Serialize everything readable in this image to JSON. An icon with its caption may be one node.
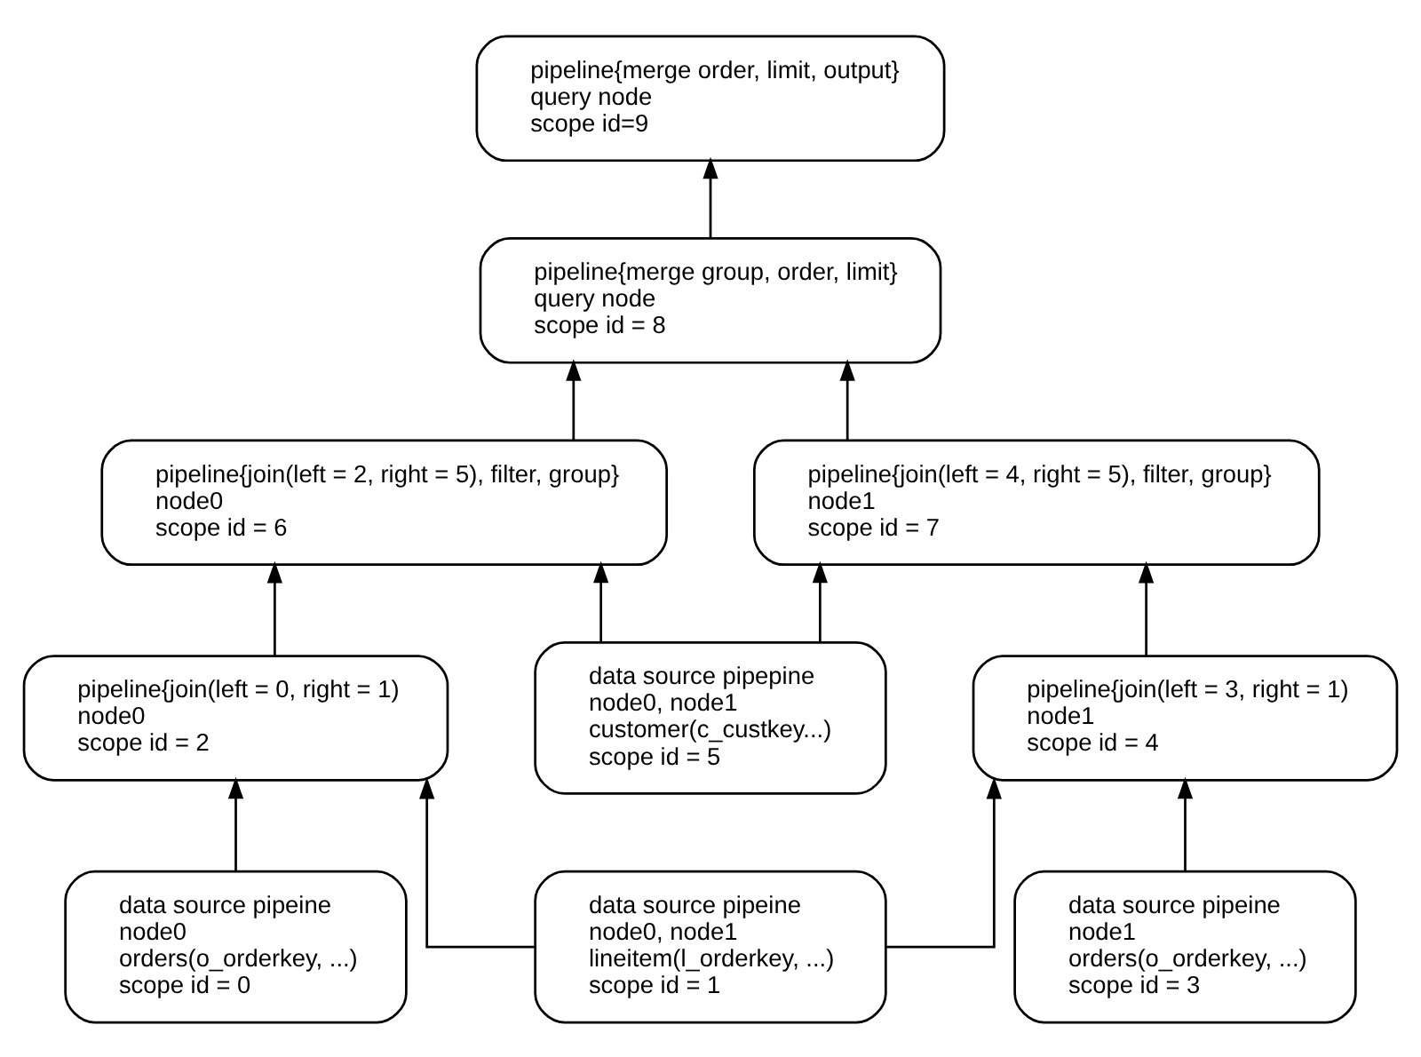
{
  "diagram": {
    "nodes": [
      {
        "text": [
          "pipeline{merge order, limit, output}",
          "query node",
          "scope id=9"
        ]
      },
      {
        "text": [
          "pipeline{merge group, order, limit}",
          "query node",
          "scope id = 8"
        ]
      },
      {
        "text": [
          "pipeline{join(left = 2, right = 5), filter, group}",
          "node0",
          "scope id = 6"
        ]
      },
      {
        "text": [
          "pipeline{join(left = 4, right = 5), filter, group}",
          "node1",
          "scope id = 7"
        ]
      },
      {
        "text": [
          "data source pipepine",
          "node0, node1",
          "customer(c_custkey...)",
          "scope id = 5"
        ]
      },
      {
        "text": [
          "pipeline{join(left = 0, right = 1)",
          "node0",
          "scope id = 2"
        ]
      },
      {
        "text": [
          "pipeline{join(left = 3, right = 1)",
          "node1",
          "scope id = 4"
        ]
      },
      {
        "text": [
          "data source pipeine",
          "node0",
          "orders(o_orderkey, ...)",
          "scope id = 0"
        ]
      },
      {
        "text": [
          "data source pipeine",
          "node0, node1",
          "lineitem(l_orderkey, ...)",
          "scope id = 1"
        ]
      },
      {
        "text": [
          "data source pipeine",
          "node1",
          "orders(o_orderkey, ...)",
          "scope id = 3"
        ]
      }
    ],
    "edges": [
      {
        "from": 1,
        "to": 0,
        "arrow": "to"
      },
      {
        "from": 2,
        "to": 1,
        "arrow": "to"
      },
      {
        "from": 3,
        "to": 1,
        "arrow": "to"
      },
      {
        "from": 4,
        "to": 2,
        "arrow": "to"
      },
      {
        "from": 4,
        "to": 3,
        "arrow": "to"
      },
      {
        "from": 5,
        "to": 2,
        "arrow": "to"
      },
      {
        "from": 6,
        "to": 3,
        "arrow": "to"
      },
      {
        "from": 7,
        "to": 5,
        "arrow": "to"
      },
      {
        "from": 8,
        "to": 5,
        "arrow": "to"
      },
      {
        "from": 8,
        "to": 6,
        "arrow": "to"
      },
      {
        "from": 9,
        "to": 6,
        "arrow": "to"
      }
    ]
  }
}
